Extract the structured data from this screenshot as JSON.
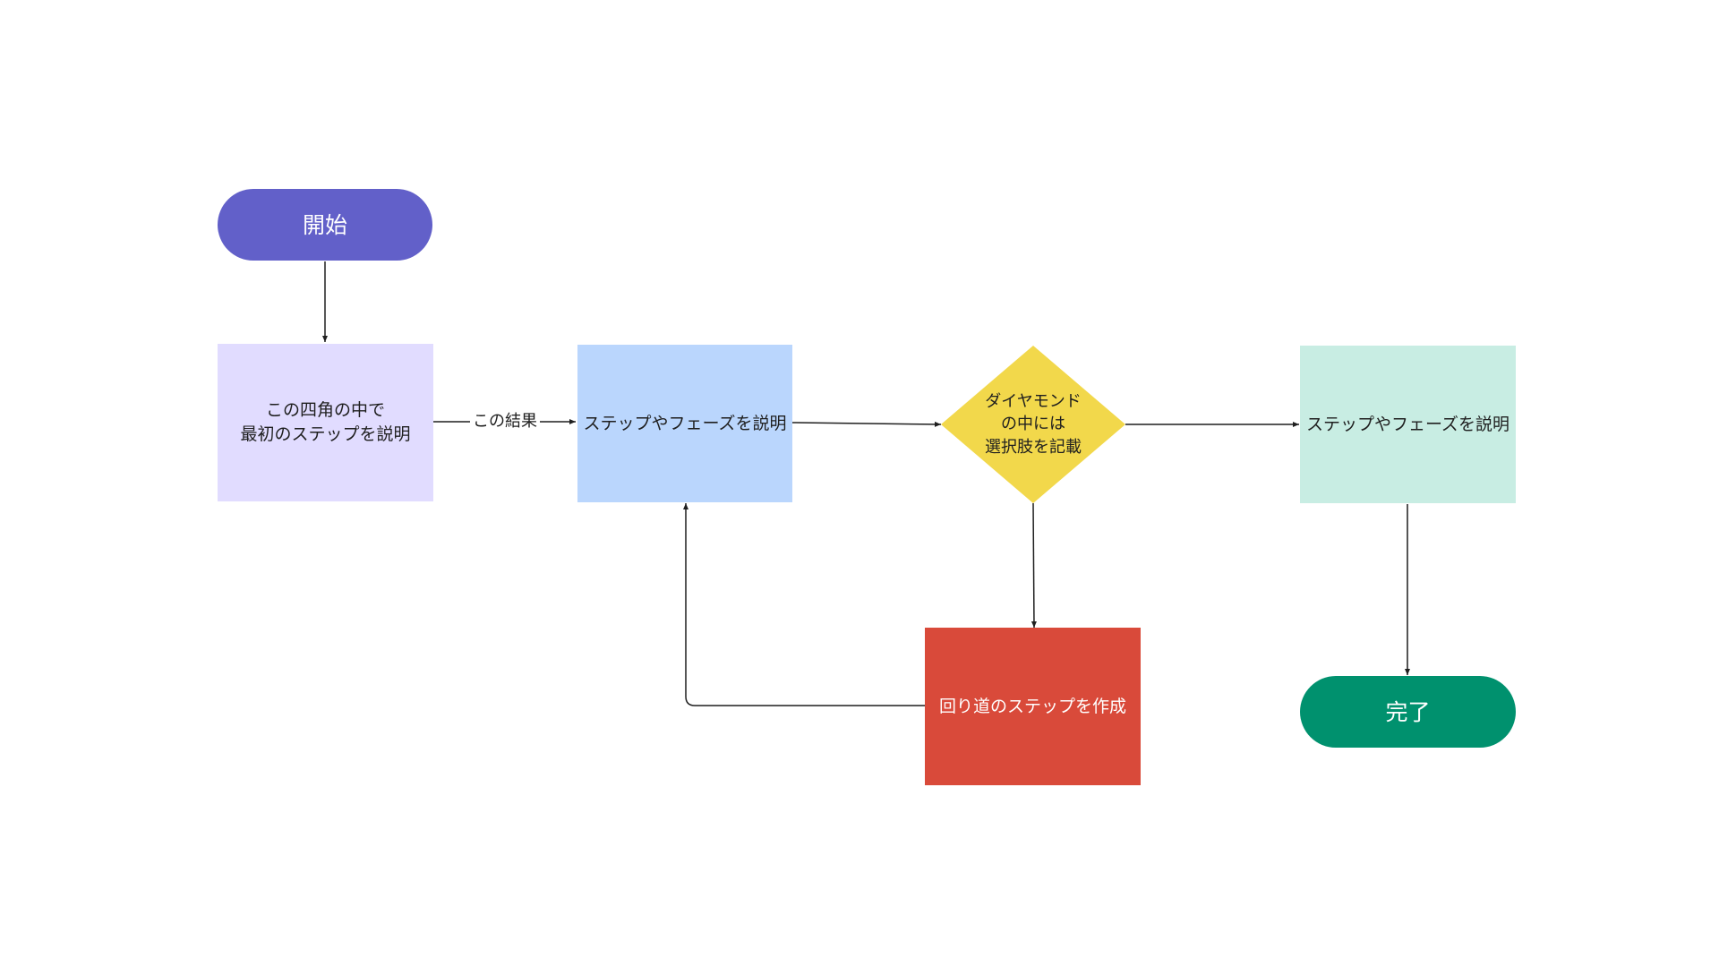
{
  "diagram": {
    "nodes": {
      "start": {
        "label": "開始",
        "shape": "terminal",
        "color": "#6260C9"
      },
      "step1": {
        "label": "この四角の中で\n最初のステップを説明",
        "shape": "process",
        "color": "#E1DCFF"
      },
      "step2": {
        "label": "ステップやフェーズを説明",
        "shape": "process",
        "color": "#BAD6FD"
      },
      "decision": {
        "label": "ダイヤモンド\nの中には\n選択肢を記載",
        "shape": "decision",
        "color": "#F2D84B"
      },
      "step3": {
        "label": "ステップやフェーズを説明",
        "shape": "process",
        "color": "#C8EDE3"
      },
      "loop": {
        "label": "回り道のステップを作成",
        "shape": "process",
        "color": "#D94A3A"
      },
      "end": {
        "label": "完了",
        "shape": "terminal",
        "color": "#00916E"
      }
    },
    "edges": [
      {
        "from": "start",
        "to": "step1",
        "label": ""
      },
      {
        "from": "step1",
        "to": "step2",
        "label": "この結果"
      },
      {
        "from": "step2",
        "to": "decision",
        "label": ""
      },
      {
        "from": "decision",
        "to": "step3",
        "label": ""
      },
      {
        "from": "decision",
        "to": "loop",
        "label": ""
      },
      {
        "from": "loop",
        "to": "step2",
        "label": ""
      },
      {
        "from": "step3",
        "to": "end",
        "label": ""
      }
    ]
  }
}
